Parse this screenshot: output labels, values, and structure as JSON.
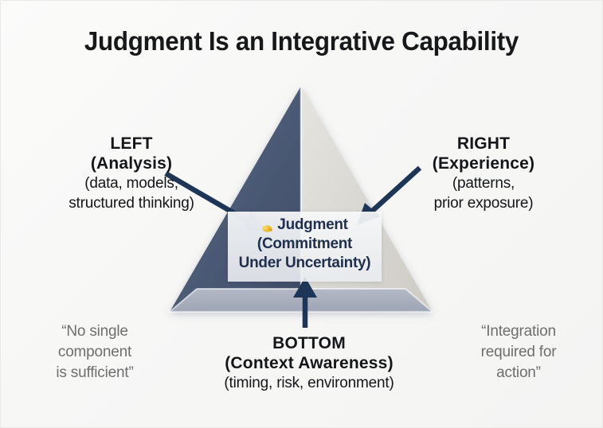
{
  "page": {
    "title": "Judgment Is an Integrative Capability",
    "background_color": "#f8f8f7"
  },
  "diagram": {
    "type": "pyramid",
    "colors": {
      "left_face": "#4c5a77",
      "right_face": "#d9d7d2",
      "base_band": "#a7aebb",
      "arrow": "#1d3557",
      "center_panel": "#eceef1",
      "title_text": "#17181a",
      "quote_text": "#6e6e6e",
      "center_text": "#1f2f4d",
      "icon_gold": "#f0bf3a"
    },
    "center": {
      "icon": "lightbulb-icon",
      "line1": "Judgment",
      "line2": "(Commitment",
      "line3": "Under Uncertainty)"
    },
    "vertices": [
      {
        "id": "left",
        "title": "LEFT",
        "subtitle": "(Analysis)",
        "detail_line1": "(data, models,",
        "detail_line2": "structured thinking)"
      },
      {
        "id": "right",
        "title": "RIGHT",
        "subtitle": "(Experience)",
        "detail_line1": "(patterns,",
        "detail_line2": "prior exposure)"
      },
      {
        "id": "bottom",
        "title": "BOTTOM",
        "subtitle": "(Context Awareness)",
        "detail_line1": "(timing, risk, environment)",
        "detail_line2": ""
      }
    ],
    "arrows": [
      {
        "id": "arrow-left",
        "direction": "down-right",
        "from": "left-label",
        "to": "center-panel"
      },
      {
        "id": "arrow-right",
        "direction": "down-left",
        "from": "right-label",
        "to": "center-panel"
      },
      {
        "id": "arrow-bottom",
        "direction": "up",
        "from": "bottom-label",
        "to": "center-panel"
      }
    ],
    "quotes": {
      "left": {
        "line1": "“No single",
        "line2": "component",
        "line3": "is sufficient”"
      },
      "right": {
        "line1": "“Integration",
        "line2": "required for",
        "line3": "action”"
      }
    }
  }
}
